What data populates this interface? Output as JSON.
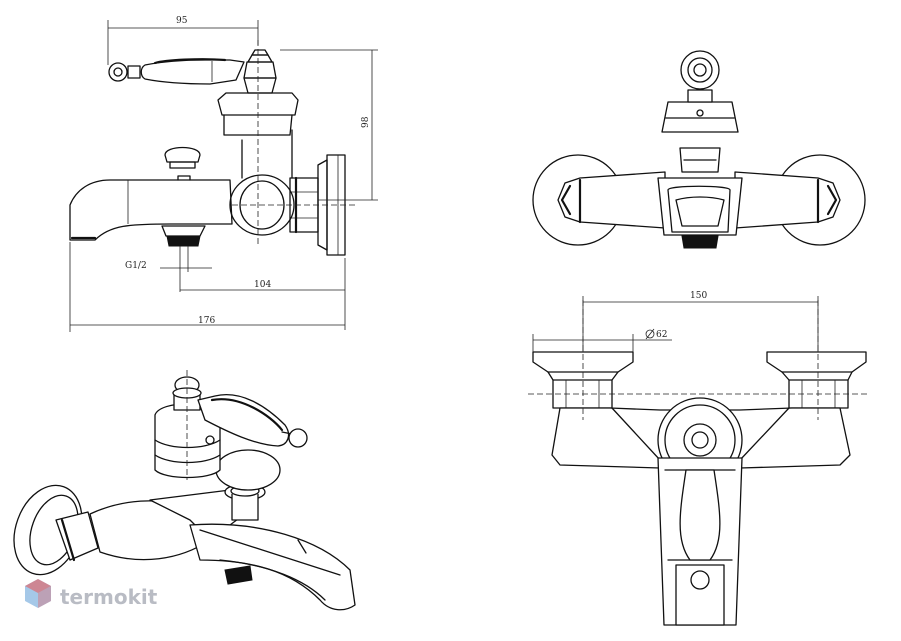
{
  "dimensions": {
    "side_top_width": "95",
    "side_height": "98",
    "thread": "G1/2",
    "spout_offset": "104",
    "total_length": "176",
    "center_distance": "150",
    "flange_diameter": "62"
  },
  "logo": {
    "text": "termokit",
    "color_main": "#e85a5a",
    "color_secondary": "#5b9bd5"
  }
}
